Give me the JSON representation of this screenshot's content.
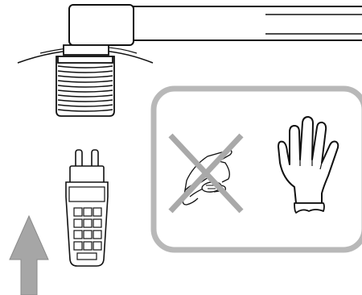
{
  "diagram": {
    "kind": "lamp-installation-instruction",
    "parts": {
      "fixture": "ceiling-fixture",
      "socket": "threaded-lamp-socket",
      "bulb": "g9-halogen-bulb",
      "direction": "insert-upward-arrow"
    },
    "warning_panel": {
      "forbidden": "bare-hand-touching-bulb",
      "allowed": "gloved-hand"
    },
    "colors": {
      "line": "#111111",
      "panel_border": "#b8b8b8",
      "cross": "#a9a9a9",
      "arrow": "#a6a6a6"
    }
  }
}
